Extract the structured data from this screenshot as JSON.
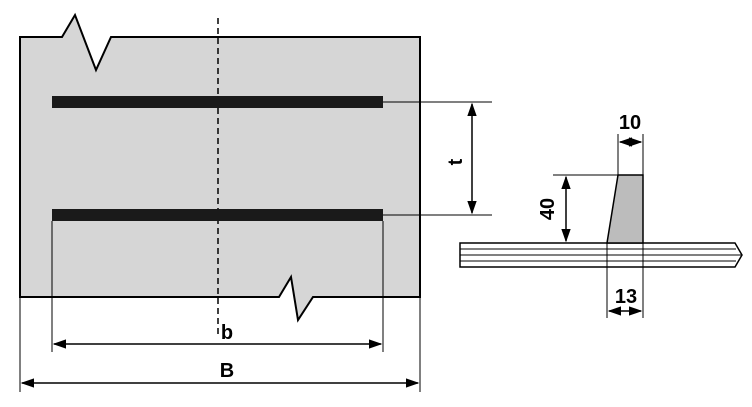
{
  "labels": {
    "t": "t",
    "b": "b",
    "B": "B",
    "height": "40",
    "top_width": "10",
    "base_width": "13"
  },
  "colors": {
    "plate_fill": "#d6d6d6",
    "rib_fill": "#bcbcbc",
    "stroke": "#000000",
    "background": "#ffffff"
  }
}
